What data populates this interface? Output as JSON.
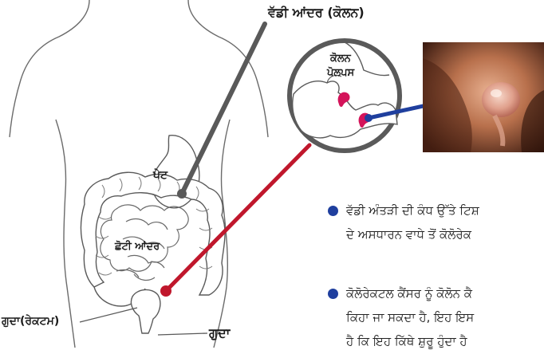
{
  "labels": {
    "colon": "ਵੱਡੀ ਆਂਦਰ (ਕੋਲਨ)",
    "polyps_line1": "ਕੋਲਨ",
    "polyps_line2": "ਪੋਲਪਸ",
    "stomach": "ਪੇਟ",
    "small_intestine": "ਛੋਟੀ ਆਂਦਰ",
    "rectum": "ਗੁਦਾ(ਰੇਕਟਮ)",
    "anus": "ਗੁਦਾ"
  },
  "bullets": [
    {
      "line1": "ਵੱਡੀ ਅੰਤੜੀ ਦੀ ਕੰਧ ਉੱਤੇ ਟਿਸ਼",
      "line2": "ਦੇ ਅਸਧਾਰਨ ਵਾਧੇ ਤੋਂ ਕੋਲੋਰੇਕ"
    },
    {
      "line1": "ਕੋਲੋਰੇਕਟਲ ਕੈਂਸਰ ਨੂੰ ਕੋਲੋਨ ਕੈ",
      "line2": "ਕਿਹਾ ਜਾ ਸਕਦਾ ਹੈ, ਇਹ ਇਸ",
      "line3": "ਹੈ ਕਿ ਇਹ ਕਿੱਥੇ ਸ਼ੁਰੂ ਹੁੰਦਾ ਹੈ"
    }
  ],
  "colors": {
    "pointer_red": "#c0172c",
    "pointer_blue": "#1f3f9e",
    "polyp": "#d4145a",
    "leader_gray": "#595959"
  }
}
